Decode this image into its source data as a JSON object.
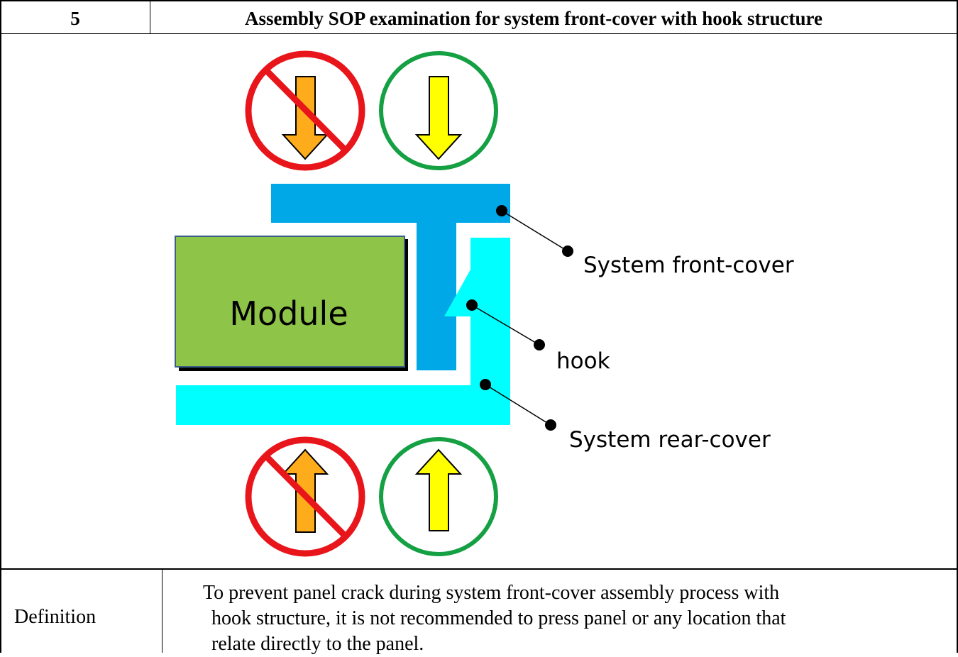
{
  "header": {
    "number": "5",
    "title": "Assembly SOP examination for system front-cover with hook structure"
  },
  "diagram": {
    "module_label": "Module",
    "callouts": {
      "front_cover": "System front-cover",
      "hook": "hook",
      "rear_cover": "System rear-cover"
    },
    "icons": [
      "prohibited-press-down-icon",
      "allowed-press-down-icon",
      "prohibited-press-up-icon",
      "allowed-press-up-icon"
    ],
    "colors": {
      "prohibited": "#e8151b",
      "allowed": "#14a043",
      "orange_arrow": "#ffac1c",
      "yellow_arrow": "#ffff00",
      "front_cover": "#00a8e8",
      "rear_cover": "#00ffff",
      "module": "#8ec448"
    }
  },
  "definition": {
    "label": "Definition",
    "lines": [
      "To prevent panel crack during system front-cover assembly process with",
      "hook structure, it is not recommended to press panel or any location that",
      "relate directly to the panel."
    ]
  }
}
